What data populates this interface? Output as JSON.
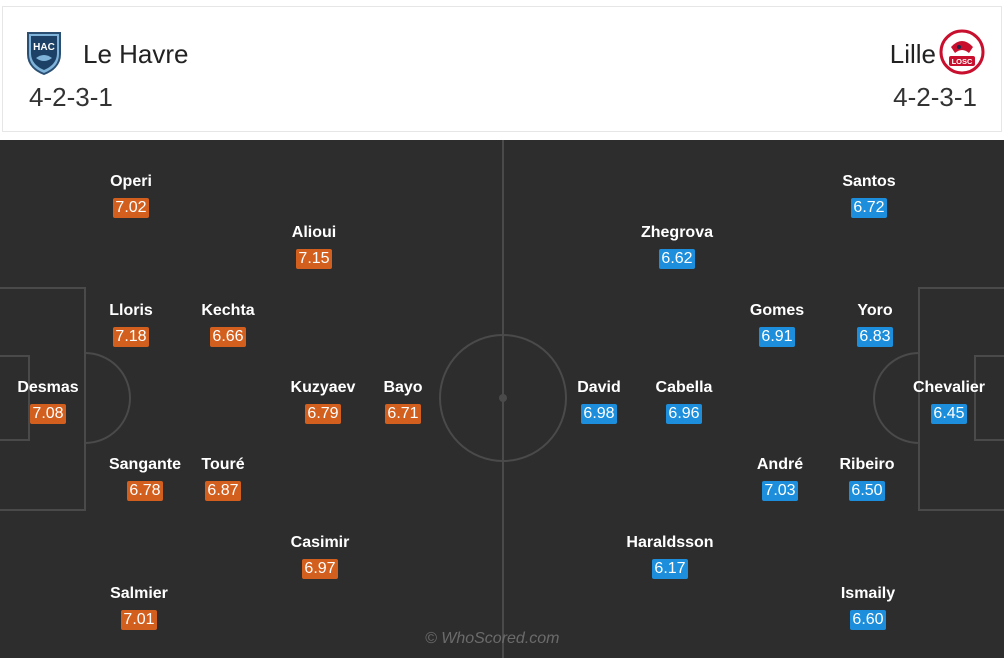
{
  "home": {
    "name": "Le Havre",
    "formation": "4-2-3-1",
    "badge_text": "HAC",
    "color": "#d35f1f",
    "players": [
      {
        "name": "Desmas",
        "rating": "7.08"
      },
      {
        "name": "Operi",
        "rating": "7.02"
      },
      {
        "name": "Lloris",
        "rating": "7.18"
      },
      {
        "name": "Sangante",
        "rating": "6.78"
      },
      {
        "name": "Salmier",
        "rating": "7.01"
      },
      {
        "name": "Kechta",
        "rating": "6.66"
      },
      {
        "name": "Touré",
        "rating": "6.87"
      },
      {
        "name": "Alioui",
        "rating": "7.15"
      },
      {
        "name": "Kuzyaev",
        "rating": "6.79"
      },
      {
        "name": "Casimir",
        "rating": "6.97"
      },
      {
        "name": "Bayo",
        "rating": "6.71"
      }
    ]
  },
  "away": {
    "name": "Lille",
    "formation": "4-2-3-1",
    "badge_text": "LOSC",
    "color": "#1c8edb",
    "players": [
      {
        "name": "Chevalier",
        "rating": "6.45"
      },
      {
        "name": "Santos",
        "rating": "6.72"
      },
      {
        "name": "Yoro",
        "rating": "6.83"
      },
      {
        "name": "Ribeiro",
        "rating": "6.50"
      },
      {
        "name": "Ismaily",
        "rating": "6.60"
      },
      {
        "name": "Gomes",
        "rating": "6.91"
      },
      {
        "name": "André",
        "rating": "7.03"
      },
      {
        "name": "Zhegrova",
        "rating": "6.62"
      },
      {
        "name": "Cabella",
        "rating": "6.96"
      },
      {
        "name": "Haraldsson",
        "rating": "6.17"
      },
      {
        "name": "David",
        "rating": "6.98"
      }
    ]
  },
  "watermark": "© WhoScored.com"
}
